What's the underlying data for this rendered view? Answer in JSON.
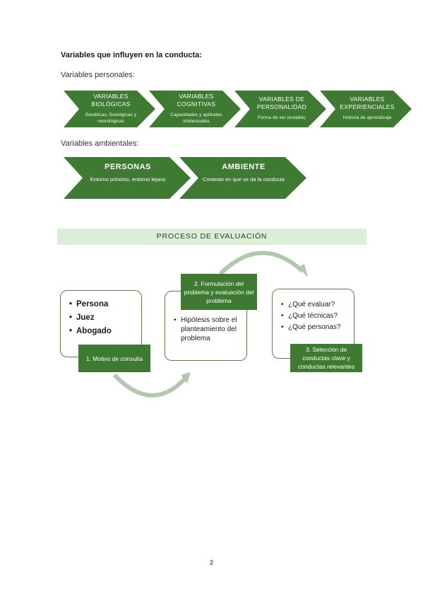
{
  "heading": "Variables que influyen en la conducta:",
  "personal_label": "Variables personales:",
  "personal_chevrons": [
    {
      "title": "VARIABLES BIOLÓGICAS",
      "desc": "Genéticas, fisiológicas y neurológicas"
    },
    {
      "title": "VARIABLES COGNITIVAS",
      "desc": "Capacidades y aptitudes intelectuales"
    },
    {
      "title": "VARIABLES DE PERSONALIDAD",
      "desc": "Forma de ser (estable)"
    },
    {
      "title": "VARIABLES EXPERIENCIALES",
      "desc": "Historia de aprendizaje"
    }
  ],
  "environment_label": "Variables ambientales:",
  "environment_chevrons": [
    {
      "title": "PERSONAS",
      "desc": "Entorno próximo, entorno lejano"
    },
    {
      "title": "AMBIENTE",
      "desc": "Contexto en que se da la conducta"
    }
  ],
  "process_title": "PROCESO DE EVALUACIÓN",
  "steps": [
    {
      "label": "1. Motivo de consulta",
      "items": [
        "Persona",
        "Juez",
        "Abogado"
      ]
    },
    {
      "label": "2. Formulación del problema y evaluación del problema",
      "items": [
        "Hipótesis sobre el planteamiento del problema"
      ]
    },
    {
      "label": "3. Selección de conductas clave y conductas relevantes",
      "items": [
        "¿Qué evaluar?",
        "¿Qué técnicas?",
        "¿Qué personas?"
      ]
    }
  ],
  "page_number": "2",
  "colors": {
    "green": "#3e7a32",
    "light_green_band": "#dcefd6",
    "arrow": "#b3c7ad"
  }
}
